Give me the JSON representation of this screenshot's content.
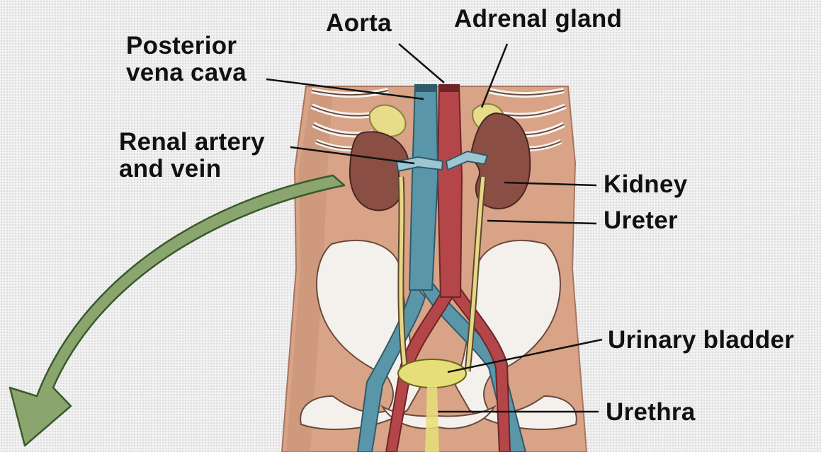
{
  "diagram": {
    "labels": {
      "aorta": "Aorta",
      "adrenal_gland": "Adrenal gland",
      "posterior_vena_cava": [
        "Posterior",
        "vena cava"
      ],
      "renal_artery_vein": [
        "Renal artery",
        "and vein"
      ],
      "kidney": "Kidney",
      "ureter": "Ureter",
      "urinary_bladder": "Urinary bladder",
      "urethra": "Urethra"
    }
  }
}
